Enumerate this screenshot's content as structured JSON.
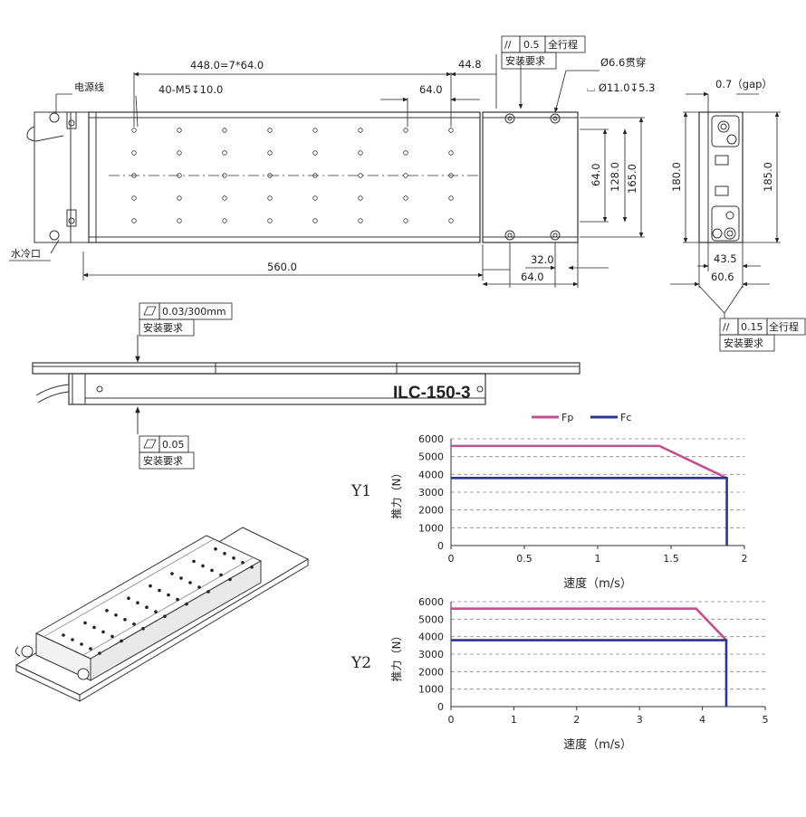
{
  "drawing": {
    "top_view": {
      "dim_overall_pattern": "448.0=7*64.0",
      "dim_end_offset": "44.8",
      "dim_hole_pitch": "64.0",
      "hole_note": "40-M5↧10.0",
      "label_power_cable": "电源线",
      "label_cooling_port": "水冷口",
      "dim_total_length": "560.0",
      "tol_symbol": "//",
      "tol_value": "0.5",
      "tol_scope": "全行程",
      "tol_note": "安装要求",
      "thru_hole_note": "Ø6.6贯穿",
      "cbore_note": "⌴ Ø11.0↧5.3",
      "dim_v_64": "64.0",
      "dim_v_128": "128.0",
      "dim_v_165": "165.0",
      "dim_h_32": "32.0",
      "dim_h_64": "64.0"
    },
    "end_view": {
      "dim_gap": "0.7（gap）",
      "dim_height_left": "180.0",
      "dim_height_right": "185.0",
      "dim_width_inner": "43.5",
      "dim_width_outer": "60.6",
      "tol_symbol": "//",
      "tol_value": "0.15",
      "tol_scope": "全行程",
      "tol_note": "安装要求"
    },
    "side_view": {
      "flatness_top": "0.03/300mm",
      "flatness_top_note": "安装要求",
      "flatness_bottom": "0.05",
      "flatness_bottom_note": "安装要求",
      "model_label": "ILC-150-3"
    }
  },
  "chart_data": [
    {
      "type": "line",
      "panel_label": "Y1",
      "xlabel": "速度（m/s）",
      "ylabel": "推力（N）",
      "xlim": [
        0,
        2
      ],
      "ylim": [
        0,
        6000
      ],
      "xticks": [
        0,
        0.5,
        1,
        1.5,
        2
      ],
      "xtick_labels": [
        "0",
        "0.5",
        "1",
        "1.5",
        "2"
      ],
      "yticks": [
        0,
        1000,
        2000,
        3000,
        4000,
        5000,
        6000
      ],
      "ytick_labels": [
        "0",
        "1000",
        "2000",
        "3000",
        "4000",
        "5000",
        "6000"
      ],
      "grid": "horizontal dashed",
      "legend_position": "top",
      "series": [
        {
          "name": "Fp",
          "color": "#c0508e",
          "x": [
            0,
            1.42,
            1.88
          ],
          "y": [
            5600,
            5600,
            3800
          ]
        },
        {
          "name": "Fc",
          "color": "#2d3490",
          "x": [
            0,
            1.88,
            1.88
          ],
          "y": [
            3800,
            3800,
            0
          ]
        }
      ]
    },
    {
      "type": "line",
      "panel_label": "Y2",
      "xlabel": "速度（m/s）",
      "ylabel": "推力（N）",
      "xlim": [
        0,
        5
      ],
      "ylim": [
        0,
        6000
      ],
      "xticks": [
        0,
        1,
        2,
        3,
        4,
        5
      ],
      "xtick_labels": [
        "0",
        "1",
        "2",
        "3",
        "4",
        "5"
      ],
      "yticks": [
        0,
        1000,
        2000,
        3000,
        4000,
        5000,
        6000
      ],
      "ytick_labels": [
        "0",
        "1000",
        "2000",
        "3000",
        "4000",
        "5000",
        "6000"
      ],
      "grid": "horizontal dashed",
      "series": [
        {
          "name": "Fp",
          "color": "#c0508e",
          "x": [
            0,
            3.9,
            4.38
          ],
          "y": [
            5600,
            5600,
            3800
          ]
        },
        {
          "name": "Fc",
          "color": "#2d3490",
          "x": [
            0,
            4.38,
            4.38
          ],
          "y": [
            3800,
            3800,
            0
          ]
        }
      ]
    }
  ]
}
